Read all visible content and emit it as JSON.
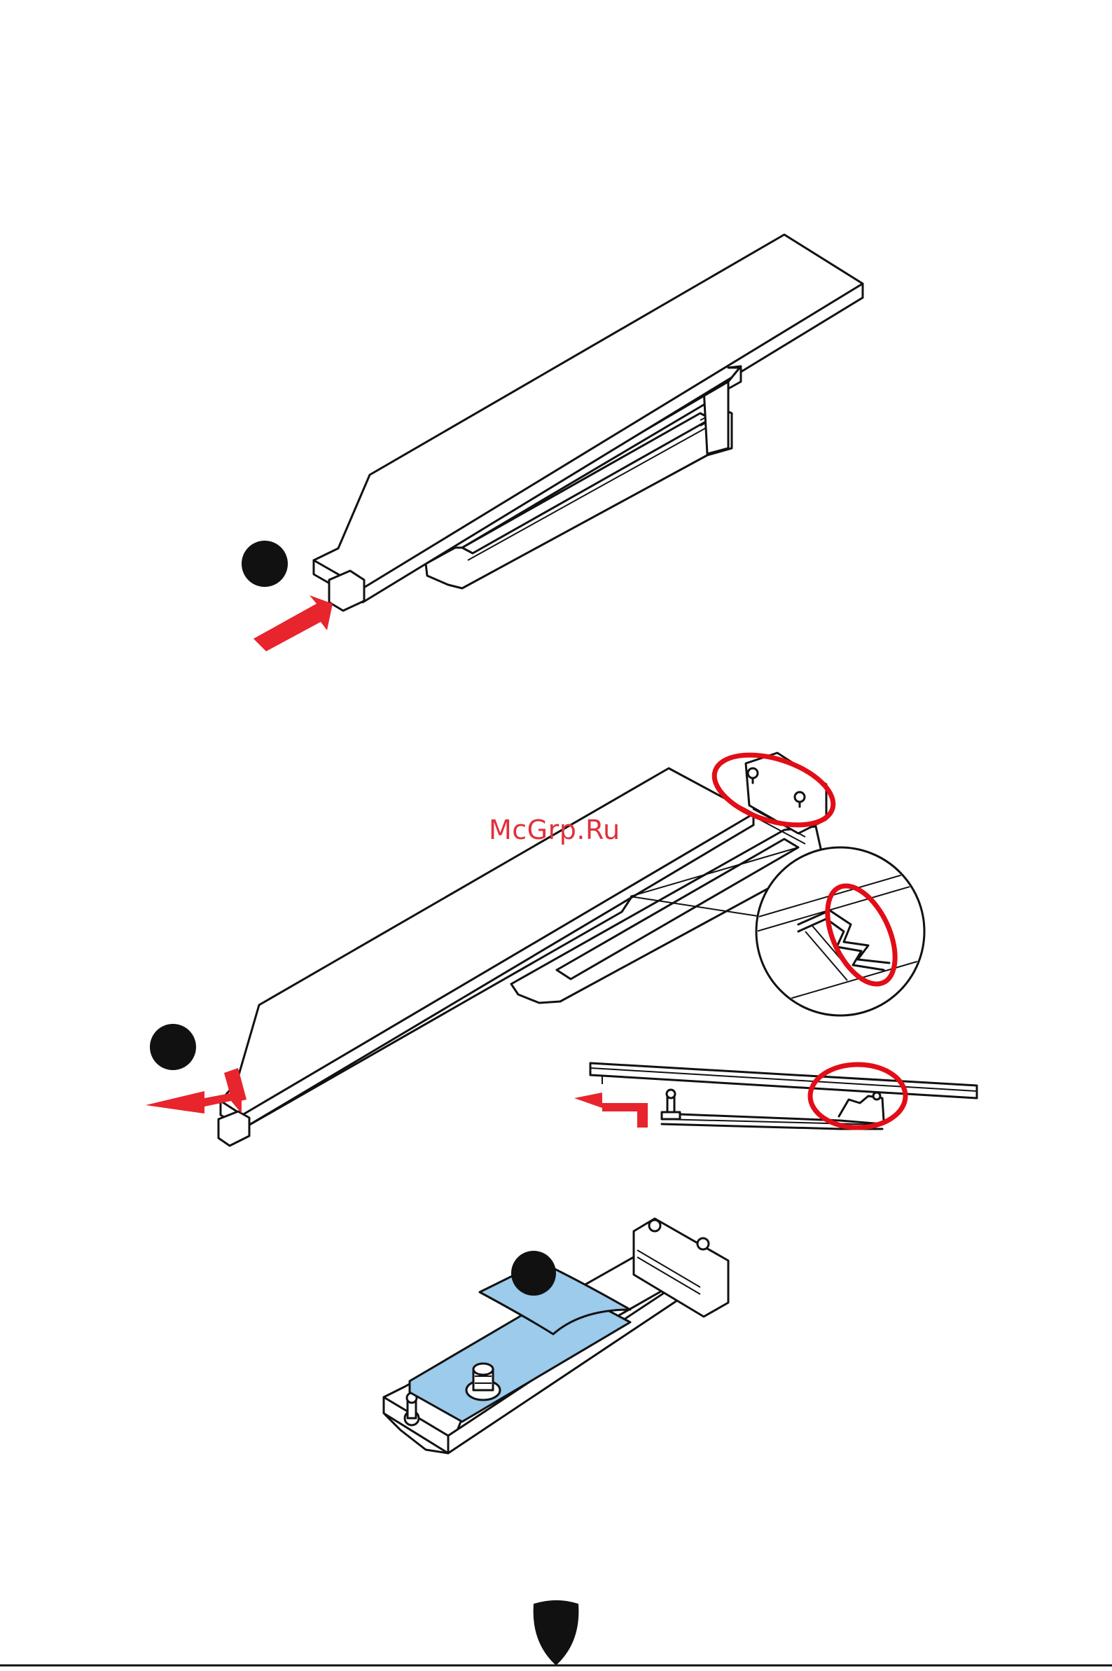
{
  "watermark": {
    "text": "McGrp.Ru"
  },
  "colors": {
    "outline": "#111111",
    "arrow": "#e8242d",
    "highlight_circle": "#e20d17",
    "thermal_pad": "#9ccbeb",
    "step_marker": "#111111",
    "page_background": "#ffffff"
  },
  "figures": [
    {
      "id": "heatsink-insert",
      "icon": "heatsink-icon",
      "arrow": "push-arrow-icon"
    },
    {
      "id": "heatsink-remove",
      "icon": "heatsink-icon",
      "arrow": "pull-arrow-icon",
      "callouts": [
        "latch-detail-icon",
        "side-view-icon"
      ]
    },
    {
      "id": "thermal-pad",
      "icon": "m2-slot-icon",
      "pad": "thermal-pad-icon"
    }
  ],
  "footer": {
    "logo": "shield-logo-icon"
  }
}
